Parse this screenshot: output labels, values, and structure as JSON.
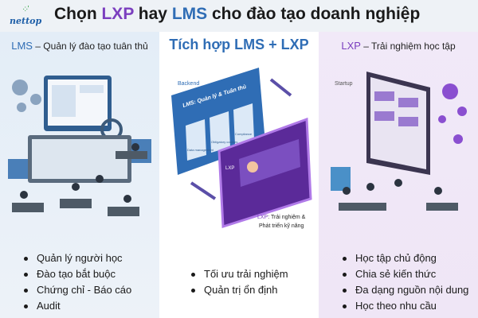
{
  "header": {
    "logo_text": "nettop",
    "title_prefix": "Chọn ",
    "title_lxp": "LXP",
    "title_mid": " hay ",
    "title_lms": "LMS",
    "title_suffix": " cho đào tạo doanh nghiệp"
  },
  "colors": {
    "lms": "#2f6db5",
    "lxp": "#7b3fbf"
  },
  "lms_column": {
    "heading_key": "LMS",
    "heading_rest": " – Quản lý đào tạo tuân thủ",
    "items": [
      "Quản lý người học",
      "Đào tạo bắt buộc",
      "Chứng chỉ - Báo cáo",
      "Audit"
    ]
  },
  "integration_column": {
    "heading": "Tích hợp LMS + LXP",
    "backend_label": "Backend",
    "lms_panel_title": "LMS: Quản lý & Tuân thủ",
    "cards": [
      "Data management",
      "Obligatory courses",
      "Compliance"
    ],
    "lxp_screen_label": "LXP",
    "lxp_caption_key": "LXP",
    "lxp_caption_rest": ": Trải nghiệm &",
    "lxp_caption_line2": "Phát triển kỹ năng",
    "items": [
      "Tối ưu trải nghiệm",
      "Quản trị ổn định"
    ]
  },
  "lxp_column": {
    "heading_key": "LXP",
    "heading_rest": " – Trải nghiệm học tập",
    "startup_label": "Startup",
    "items": [
      "Học tập chủ động",
      "Chia sẻ kiến thức",
      "Đa dạng nguồn nội dung",
      "Học theo nhu cầu"
    ]
  }
}
